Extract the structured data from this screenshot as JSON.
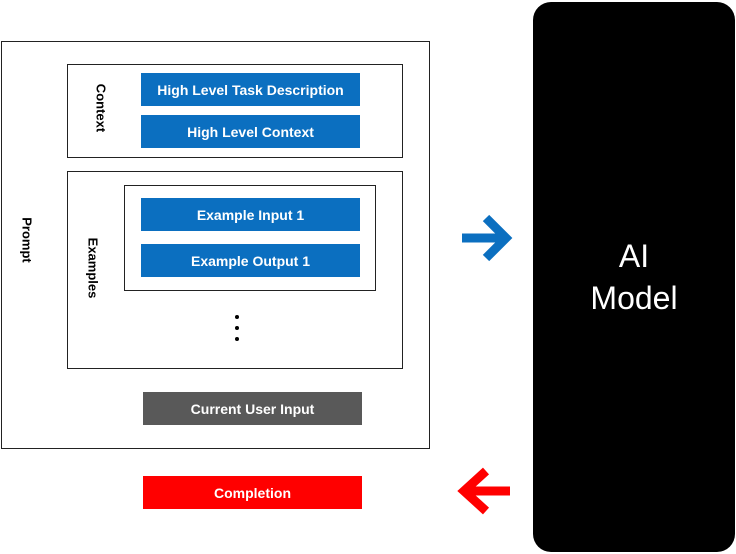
{
  "prompt": {
    "label": "Prompt",
    "context": {
      "label": "Context",
      "items": [
        "High Level Task Description",
        "High Level Context"
      ]
    },
    "examples": {
      "label": "Examples",
      "items": [
        "Example Input 1",
        "Example Output 1"
      ]
    },
    "current_input": "Current User Input"
  },
  "completion": "Completion",
  "model": {
    "line1": "AI",
    "line2": "Model"
  },
  "colors": {
    "box_blue": "#0b6fc0",
    "box_gray": "#595959",
    "completion_red": "#ff0000",
    "arrow_to_model": "#0b6fc0",
    "arrow_from_model": "#ff0000",
    "model_bg": "#000000"
  },
  "icons": {
    "to_model": "arrow-right-icon",
    "from_model": "arrow-left-icon"
  }
}
